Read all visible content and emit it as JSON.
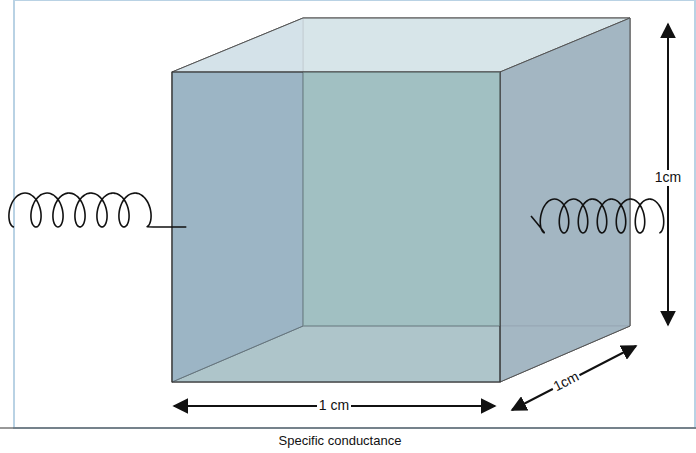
{
  "diagram": {
    "caption": "Specific conductance",
    "labels": [
      "1cm",
      "1 cm",
      "1cm"
    ]
  }
}
